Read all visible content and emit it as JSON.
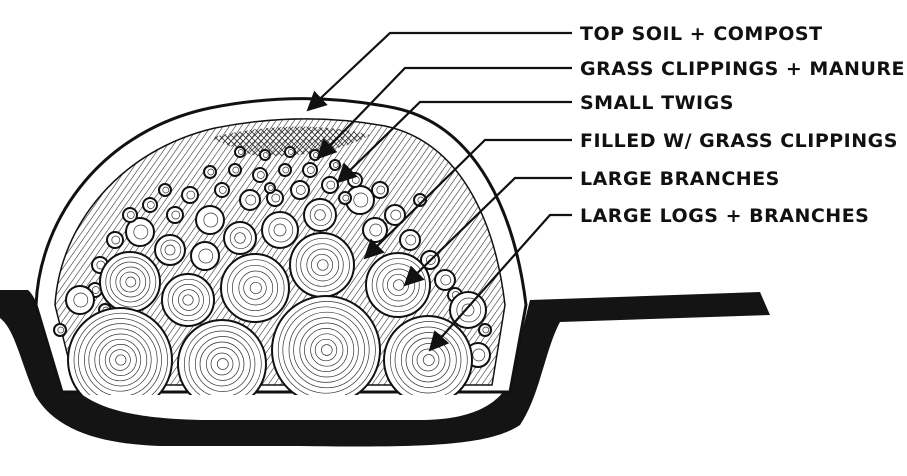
{
  "labels": [
    "TOP SOIL + COMPOST",
    "GRASS CLIPPINGS + MANURE",
    "SMALL TWIGS",
    "FILLED W/ GRASS CLIPPINGS",
    "LARGE BRANCHES",
    "LARGE LOGS + BRANCHES"
  ],
  "colors": {
    "ink": "#111111",
    "paper": "#ffffff",
    "earth": "#141414"
  }
}
